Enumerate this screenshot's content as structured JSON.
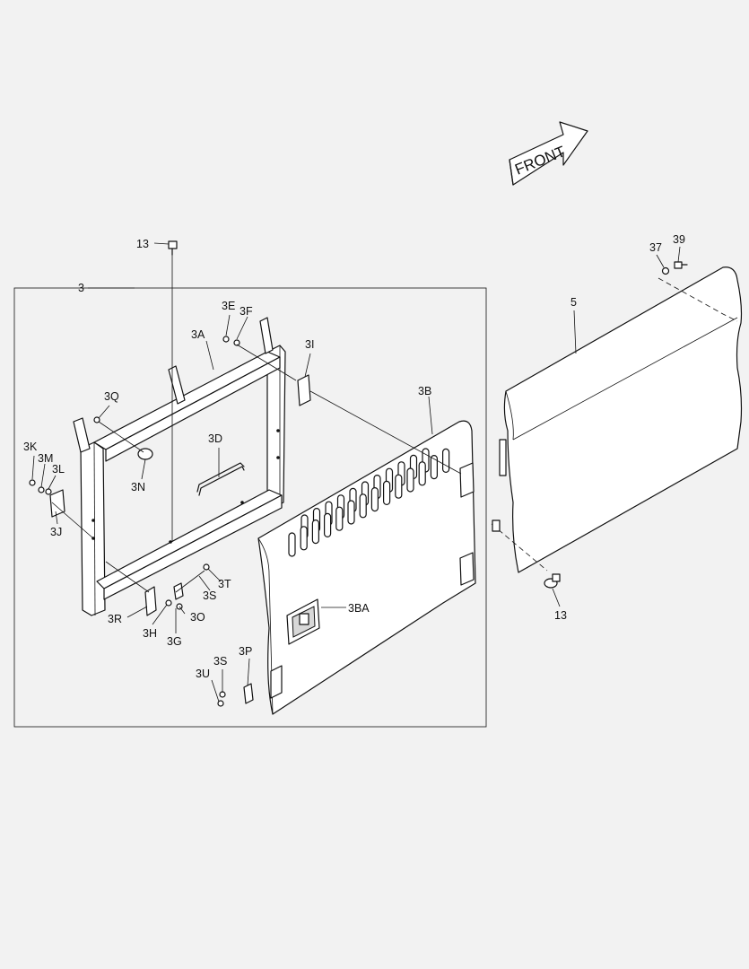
{
  "front_arrow": {
    "text": "FRONT"
  },
  "labels": {
    "l13_top": "13",
    "l3": "3",
    "l3E": "3E",
    "l3F": "3F",
    "l3A": "3A",
    "l3I": "3I",
    "l3Q": "3Q",
    "l3D": "3D",
    "l3B": "3B",
    "l3K": "3K",
    "l3M": "3M",
    "l3L": "3L",
    "l3N": "3N",
    "l3J": "3J",
    "l3T": "3T",
    "l3S_mid": "3S",
    "l3R": "3R",
    "l3O": "3O",
    "l3H": "3H",
    "l3G": "3G",
    "l3BA": "3BA",
    "l3S_low": "3S",
    "l3P": "3P",
    "l3U": "3U",
    "l37": "37",
    "l39": "39",
    "l5": "5",
    "l13_bottom": "13"
  }
}
